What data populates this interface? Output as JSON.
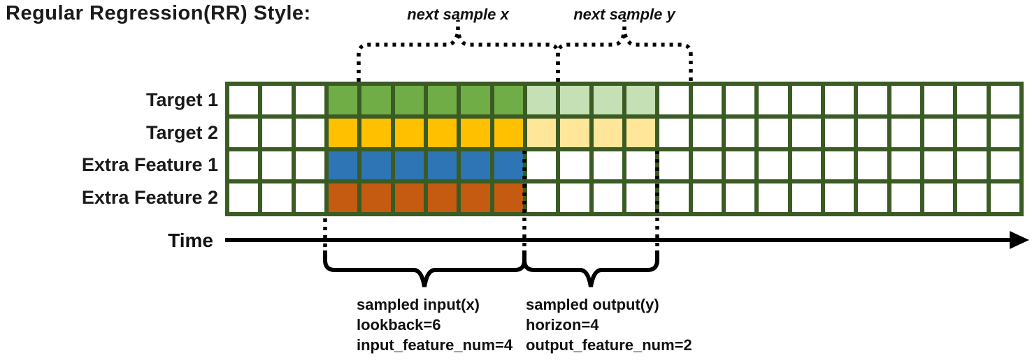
{
  "title": "Regular Regression(RR) Style:",
  "annotations": {
    "next_sample_x": "next sample x",
    "next_sample_y": "next sample y"
  },
  "grid": {
    "columns": 24,
    "input_start_col": 3,
    "lookback": 6,
    "horizon": 4,
    "border_color": "#3B5B24",
    "cell_color": "#FFFFFF",
    "rows": [
      {
        "label": "Target 1",
        "input_color": "#70AD47",
        "output_color": "#C5E0B4"
      },
      {
        "label": "Target 2",
        "input_color": "#FFC000",
        "output_color": "#FFE699"
      },
      {
        "label": "Extra Feature 1",
        "input_color": "#2E75B6",
        "output_color": null
      },
      {
        "label": "Extra Feature 2",
        "input_color": "#C55A11",
        "output_color": null
      }
    ]
  },
  "time_axis": {
    "label": "Time",
    "color": "#000000"
  },
  "input_annotation": {
    "lines": [
      "sampled input(x)",
      "lookback=6",
      "input_feature_num=4"
    ]
  },
  "output_annotation": {
    "lines": [
      "sampled output(y)",
      "horizon=4",
      "output_feature_num=2"
    ]
  }
}
